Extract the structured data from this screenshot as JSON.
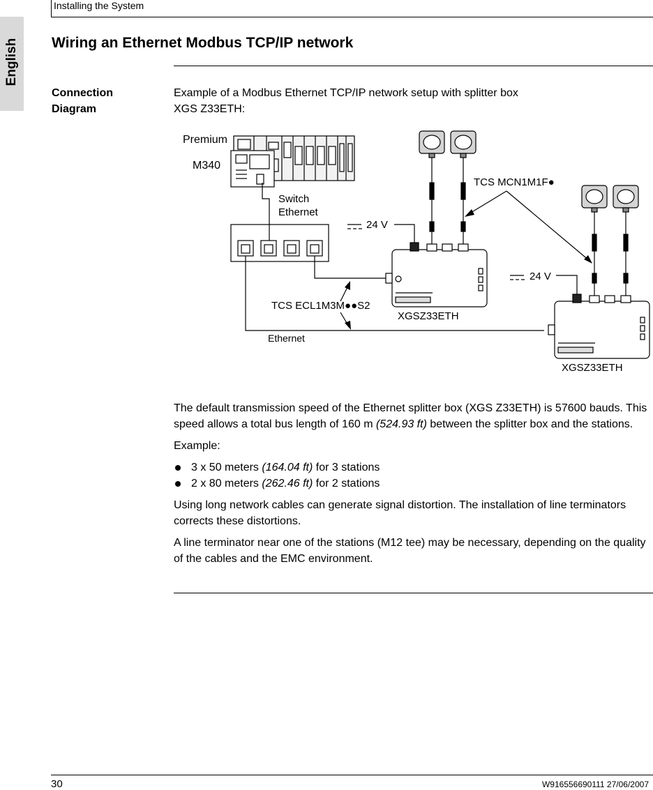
{
  "header": {
    "section": "Installing the System"
  },
  "language_tab": "English",
  "title": "Wiring an Ethernet Modbus TCP/IP network",
  "side_heading": {
    "line1": "Connection",
    "line2": "Diagram"
  },
  "intro": {
    "line1": "Example of a Modbus Ethernet TCP/IP network setup with splitter box",
    "line2": "XGS Z33ETH:"
  },
  "diagram": {
    "plc_label_1": "Premium",
    "plc_label_2": "M340",
    "switch_label_1": "Switch",
    "switch_label_2": "Ethernet",
    "power_label_1": "24 V",
    "power_label_2": "24 V",
    "cable_sensor_label": "TCS MCN1M1F●",
    "cable_ethernet_label": "TCS ECL1M3M●●S2",
    "ethernet_label": "Ethernet",
    "splitter_label_1": "XGSZ33ETH",
    "splitter_label_2": "XGSZ33ETH"
  },
  "paragraphs": {
    "speed": {
      "part1": "The default transmission speed of the Ethernet splitter box (XGS Z33ETH) is 57600 bauds. This speed allows a total bus length of 160 m ",
      "italic": "(524.93 ft)",
      "part2": "  between the splitter box and the stations."
    },
    "example_label": "Example:",
    "bullets": [
      {
        "before": "3 x 50 meters ",
        "italic": "(164.04 ft)",
        "after": " for 3 stations"
      },
      {
        "before": "2 x 80 meters ",
        "italic": "(262.46 ft)",
        "after": " for 2 stations"
      }
    ],
    "distortion": "Using long network cables can generate signal distortion. The installation of line terminators corrects these distortions.",
    "terminator": "A line terminator near one of the stations (M12 tee) may be necessary, depending on the quality of the cables and the EMC environment."
  },
  "footer": {
    "page_number": "30",
    "doc_ref": "W916556690111 27/06/2007"
  }
}
